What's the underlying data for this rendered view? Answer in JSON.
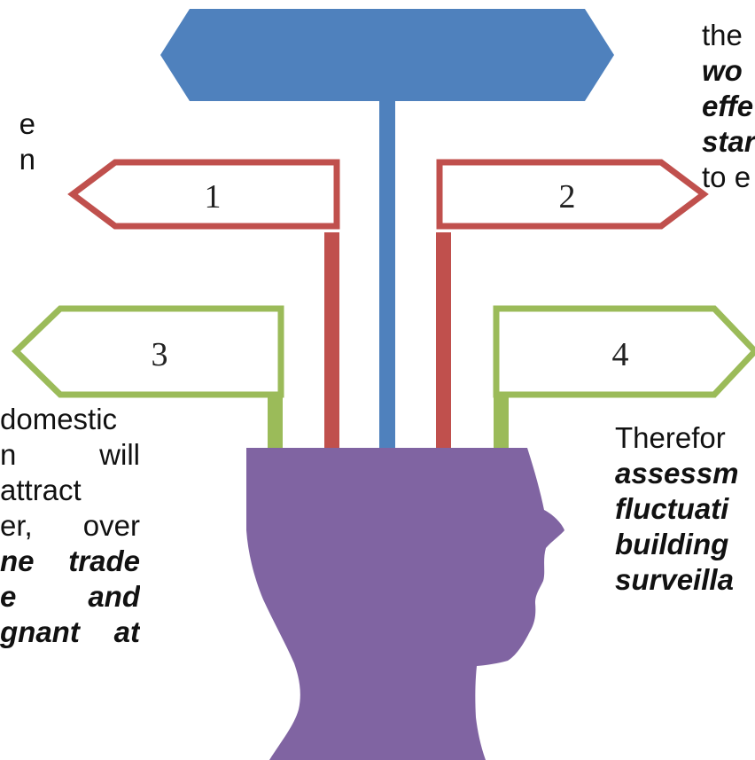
{
  "colors": {
    "blue_sign": "#4f81bd",
    "red_sign": "#c0504d",
    "green_sign": "#9bbb59",
    "head": "#8064a2"
  },
  "signs": [
    {
      "label": "1"
    },
    {
      "label": "2"
    },
    {
      "label": "3"
    },
    {
      "label": "4"
    }
  ],
  "text_fragments": {
    "top_left": [
      "e",
      "n"
    ],
    "top_right": [
      {
        "text": "the",
        "style": "normal"
      },
      {
        "text": "wo",
        "style": "bold-italic"
      },
      {
        "text": "effe",
        "style": "bold-italic"
      },
      {
        "text": "star",
        "style": "bold-italic"
      },
      {
        "text": "to e",
        "style": "normal"
      }
    ],
    "bottom_left": [
      {
        "text": "domestic",
        "style": "normal"
      },
      {
        "text": "n will",
        "style": "normal"
      },
      {
        "text": "attract",
        "style": "normal"
      },
      {
        "text": "er, over",
        "style": "normal"
      },
      {
        "text": "ne trade",
        "style": "bold-italic"
      },
      {
        "text": "e and",
        "style": "bold-italic"
      },
      {
        "text": "gnant at",
        "style": "bold-italic"
      }
    ],
    "bottom_right": [
      {
        "text": "Therefor",
        "style": "normal"
      },
      {
        "text": "assessm",
        "style": "bold-italic"
      },
      {
        "text": "fluctuati",
        "style": "bold-italic"
      },
      {
        "text": "building",
        "style": "bold-italic"
      },
      {
        "text": "surveilla",
        "style": "bold-italic"
      }
    ]
  }
}
